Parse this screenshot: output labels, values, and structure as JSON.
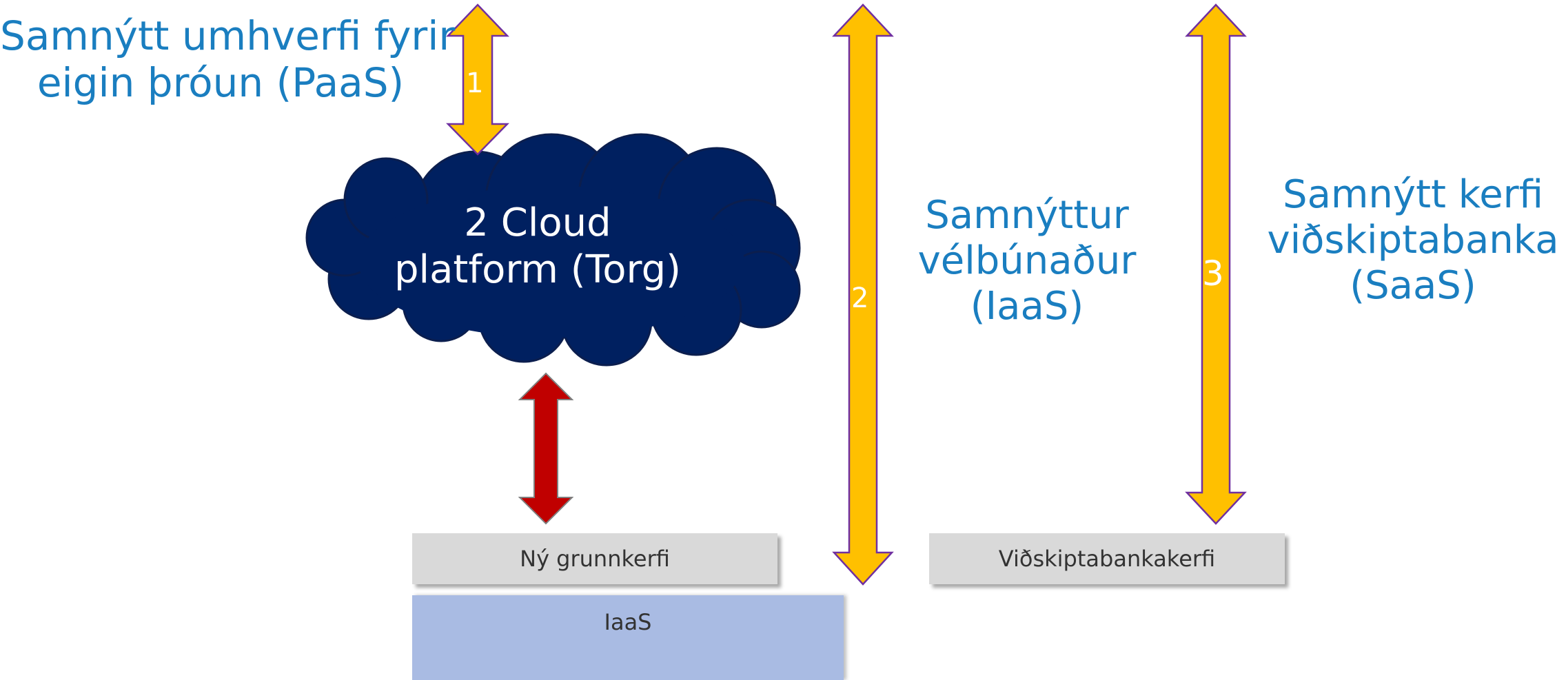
{
  "labels": {
    "paas": [
      "Samnýtt umhverfi fyrir",
      "eigin þróun (PaaS)"
    ],
    "iaas": [
      "Samnýttur",
      "vélbúnaður",
      "(IaaS)"
    ],
    "saas": [
      "Samnýtt kerfi",
      "viðskiptabanka",
      "(SaaS)"
    ]
  },
  "cloud": {
    "lines": [
      "2 Cloud",
      "platform (Torg)"
    ]
  },
  "arrows": {
    "one": "1",
    "two": "2",
    "three": "3"
  },
  "boxes": {
    "ny_grunnkerfi": "Ný grunnkerfi",
    "vidskiptabankakerfi": "Viðskiptabankakerfi",
    "iaas": "IaaS"
  },
  "colors": {
    "label_text": "#1a7ec0",
    "cloud_fill": "#002060",
    "arrow_yellow": "#ffc000",
    "arrow_outline": "#7030a0",
    "arrow_red": "#c00000",
    "box_grey": "#d9d9d9",
    "box_blue": "#a9bbe3"
  }
}
